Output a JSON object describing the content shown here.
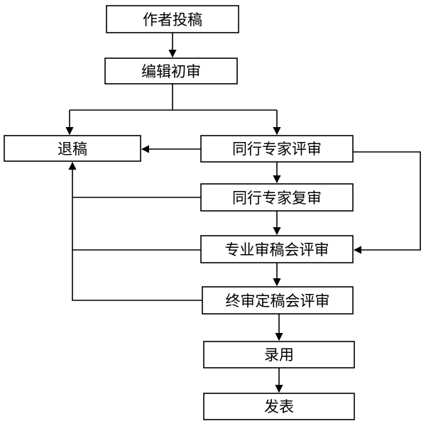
{
  "nodes": {
    "submit": "作者投稿",
    "initial_review": "编辑初审",
    "rejection": "退稿",
    "peer_review": "同行专家评审",
    "peer_re_review": "同行专家复审",
    "professional_review": "专业审稿会评审",
    "final_review": "终审定稿会评审",
    "acceptance": "录用",
    "publication": "发表"
  }
}
